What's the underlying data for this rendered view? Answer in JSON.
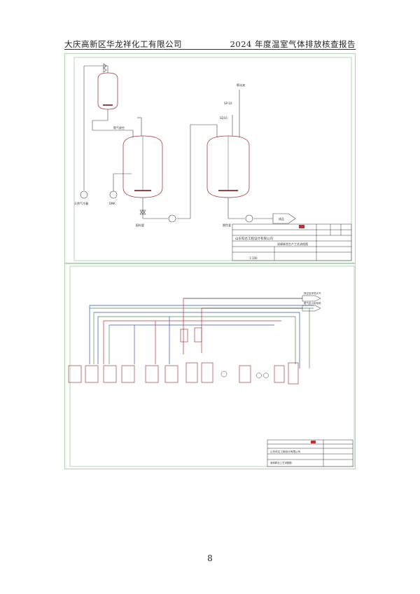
{
  "header": {
    "company": "大庆高新区华龙祥化工有限公司",
    "report_title": "2024 年度温室气体排放核查报告"
  },
  "figure1": {
    "labels": {
      "to_fin": "氧化液",
      "vent": "氮气放空",
      "sp_a": "SP-10",
      "sp_b": "SD10",
      "side_left": "天然气冷凝",
      "side_mid": "DNK",
      "bottom_left": "配料釜",
      "bottom_right": "脱色釜",
      "product": "成品"
    },
    "title_block": {
      "company": "山东科达工程设计有限公司",
      "drawing": "双烯联合生产工艺流程图",
      "scale": "1:100"
    }
  },
  "figure2": {
    "outputs": [
      "排空至环境大气",
      "尾气至火炬系统"
    ],
    "title_block": {
      "company": "山东科达工程设计有限公司",
      "drawing": "液体联合工艺流程图"
    }
  },
  "page_number": "8"
}
